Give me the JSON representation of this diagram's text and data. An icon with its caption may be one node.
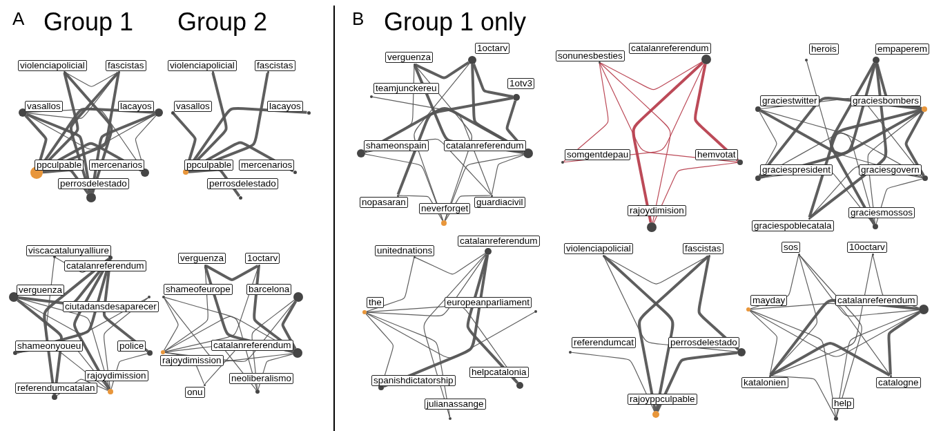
{
  "diagram": {
    "nodes": [
      {
        "text": [],
        "shape": "circle",
        "beside": [
          "violenciapolicial"
        ]
      },
      {
        "text": [],
        "shape": "circle",
        "beside": [
          "fascistas"
        ]
      },
      {
        "text": [],
        "shape": "circle",
        "beside": [
          "vasallos"
        ]
      },
      {
        "text": [],
        "shape": "circle",
        "beside": [
          "lacayos"
        ]
      },
      {
        "text": [],
        "shape": "circle",
        "beside": [
          "ppculpable"
        ]
      },
      {
        "text": [],
        "shape": "circle",
        "beside": [
          "mercenarios"
        ]
      },
      {
        "text": [],
        "shape": "circle",
        "beside": [
          "perrosdelestado"
        ]
      },
      {
        "text": [],
        "shape": "circle",
        "beside": [
          "violenciapolicial"
        ]
      },
      {
        "text": [],
        "shape": "circle",
        "beside": [
          "fascistas"
        ]
      },
      {
        "text": [],
        "shape": "circle",
        "beside": [
          "vasallos"
        ]
      },
      {
        "text": [],
        "shape": "circle",
        "beside": [
          "lacayos"
        ]
      },
      {
        "text": [],
        "shape": "circle",
        "beside": [
          "ppculpable"
        ]
      },
      {
        "text": [],
        "shape": "circle",
        "beside": [
          "mercenarios"
        ]
      },
      {
        "text": [],
        "shape": "circle",
        "beside": [
          "perrosdelestado"
        ]
      },
      {
        "text": [],
        "shape": "circle",
        "beside": [
          "viscacatalunyalliure"
        ]
      },
      {
        "text": [],
        "shape": "circle",
        "beside": [
          "catalanreferendum"
        ]
      },
      {
        "text": [],
        "shape": "circle",
        "beside": [
          "verguenza"
        ]
      },
      {
        "text": [],
        "shape": "circle",
        "beside": [
          "ciutadansdesaparecer"
        ]
      },
      {
        "text": [],
        "shape": "circle",
        "beside": [
          "shameonyoueu"
        ]
      },
      {
        "text": [],
        "shape": "circle",
        "beside": [
          "police"
        ]
      },
      {
        "text": [],
        "shape": "circle",
        "beside": [
          "rajoydimission"
        ]
      },
      {
        "text": [],
        "shape": "circle",
        "beside": [
          "referendumcatalan"
        ]
      },
      {
        "text": [],
        "shape": "circle",
        "beside": [
          "verguenza"
        ]
      },
      {
        "text": [],
        "shape": "circle",
        "beside": [
          "1octarv"
        ]
      },
      {
        "text": [],
        "shape": "circle",
        "beside": [
          "shameofeurope"
        ]
      },
      {
        "text": [],
        "shape": "circle",
        "beside": [
          "barcelona"
        ]
      },
      {
        "text": [],
        "shape": "circle",
        "beside": [
          "catalanreferendum"
        ]
      },
      {
        "text": [],
        "shape": "circle",
        "beside": [
          "rajoydimission"
        ]
      },
      {
        "text": [],
        "shape": "circle",
        "beside": [
          "neoliberalismo"
        ]
      },
      {
        "text": [],
        "shape": "circle",
        "beside": [
          "onu"
        ]
      },
      {
        "text": [],
        "shape": "circle",
        "beside": [
          "verguenza"
        ]
      },
      {
        "text": [],
        "shape": "circle",
        "beside": [
          "1octarv"
        ]
      },
      {
        "text": [],
        "shape": "circle",
        "beside": [
          "1otv3"
        ]
      },
      {
        "text": [],
        "shape": "circle",
        "beside": [
          "teamjunckereu"
        ]
      },
      {
        "text": [],
        "shape": "circle",
        "beside": [
          "shameonspain"
        ]
      },
      {
        "text": [],
        "shape": "circle",
        "beside": [
          "catalanreferendum"
        ]
      },
      {
        "text": [],
        "shape": "circle",
        "beside": [
          "nopasaran"
        ]
      },
      {
        "text": [],
        "shape": "circle",
        "beside": [
          "neverforget"
        ]
      },
      {
        "text": [],
        "shape": "circle",
        "beside": [
          "guardiacivil"
        ]
      },
      {
        "text": [],
        "shape": "circle",
        "beside": [
          "sonunesbesties"
        ]
      },
      {
        "text": [],
        "shape": "circle",
        "beside": [
          "catalanreferendum"
        ]
      },
      {
        "text": [],
        "shape": "circle",
        "beside": [
          "somgentdepau"
        ]
      },
      {
        "text": [],
        "shape": "circle",
        "beside": [
          "hemvotat"
        ]
      },
      {
        "text": [],
        "shape": "circle",
        "beside": [
          "rajoydimision"
        ]
      },
      {
        "text": [],
        "shape": "circle",
        "beside": [
          "herois"
        ]
      },
      {
        "text": [],
        "shape": "circle",
        "beside": [
          "empaperem"
        ]
      },
      {
        "text": [],
        "shape": "circle",
        "beside": [
          "graciestwitter"
        ]
      },
      {
        "text": [],
        "shape": "circle",
        "beside": [
          "graciesbombers"
        ]
      },
      {
        "text": [],
        "shape": "circle",
        "beside": [
          "graciespresident"
        ]
      },
      {
        "text": [],
        "shape": "circle",
        "beside": [
          "graciesgovern"
        ]
      },
      {
        "text": [],
        "shape": "circle",
        "beside": [
          "graciesmossos"
        ]
      },
      {
        "text": [],
        "shape": "circle",
        "beside": [
          "graciespoblecatala"
        ]
      },
      {
        "text": [],
        "shape": "circle",
        "beside": [
          "unitednations"
        ]
      },
      {
        "text": [],
        "shape": "circle",
        "beside": [
          "catalanreferendum"
        ]
      },
      {
        "text": [],
        "shape": "circle",
        "beside": [
          "the"
        ]
      },
      {
        "text": [],
        "shape": "circle",
        "beside": [
          "europeanparliament"
        ]
      },
      {
        "text": [],
        "shape": "circle",
        "beside": [
          "spanishdictatorship"
        ]
      },
      {
        "text": [],
        "shape": "circle",
        "beside": [
          "helpcatalonia"
        ]
      },
      {
        "text": [],
        "shape": "circle",
        "beside": [
          "julianassange"
        ]
      },
      {
        "text": [],
        "shape": "circle",
        "beside": [
          "violenciapolicial"
        ]
      },
      {
        "text": [],
        "shape": "circle",
        "beside": [
          "fascistas"
        ]
      },
      {
        "text": [],
        "shape": "circle",
        "beside": [
          "referendumcat"
        ]
      },
      {
        "text": [],
        "shape": "circle",
        "beside": [
          "perrosdelestado"
        ]
      },
      {
        "text": [],
        "shape": "circle",
        "beside": [
          "rajoyppculpable"
        ]
      },
      {
        "text": [],
        "shape": "circle",
        "beside": [
          "sos"
        ]
      },
      {
        "text": [],
        "shape": "circle",
        "beside": [
          "10octarv"
        ]
      },
      {
        "text": [],
        "shape": "circle",
        "beside": [
          "mayday"
        ]
      },
      {
        "text": [],
        "shape": "circle",
        "beside": [
          "catalanreferendum"
        ]
      },
      {
        "text": [],
        "shape": "circle",
        "beside": [
          "katalonien"
        ]
      },
      {
        "text": [],
        "shape": "circle",
        "beside": [
          "catalogne"
        ]
      },
      {
        "text": [],
        "shape": "circle",
        "beside": [
          "help"
        ]
      }
    ],
    "edges": [
      {
        "from": 4,
        "to": 0,
        "arrow": "none",
        "style": "thick"
      },
      {
        "from": 4,
        "to": 1,
        "arrow": "none",
        "style": "thick"
      },
      {
        "from": 4,
        "to": 2,
        "arrow": "none",
        "style": "thick"
      },
      {
        "from": 4,
        "to": 3,
        "arrow": "none",
        "style": "thick"
      },
      {
        "from": 4,
        "to": 5,
        "arrow": "none",
        "style": "thick"
      },
      {
        "from": 4,
        "to": 6,
        "arrow": "none",
        "style": "thick"
      },
      {
        "from": 0,
        "to": 1,
        "arrow": "none"
      },
      {
        "from": 0,
        "to": 6,
        "arrow": "none",
        "style": "thick"
      },
      {
        "from": 1,
        "to": 6,
        "arrow": "none",
        "style": "thick"
      },
      {
        "from": 2,
        "to": 3,
        "arrow": "none"
      },
      {
        "from": 2,
        "to": 5,
        "arrow": "none"
      },
      {
        "from": 2,
        "to": 6,
        "arrow": "none",
        "style": "thick"
      },
      {
        "from": 3,
        "to": 6,
        "arrow": "none",
        "style": "thick"
      },
      {
        "from": 1,
        "to": 2,
        "arrow": "none"
      },
      {
        "from": 3,
        "to": 5,
        "arrow": "none"
      },
      {
        "from": 11,
        "to": 7,
        "arrow": "none",
        "style": "thick"
      },
      {
        "from": 11,
        "to": 8,
        "arrow": "none",
        "style": "thick"
      },
      {
        "from": 11,
        "to": 9,
        "arrow": "none",
        "style": "thick"
      },
      {
        "from": 11,
        "to": 10,
        "arrow": "none",
        "style": "thick"
      },
      {
        "from": 11,
        "to": 12,
        "arrow": "none",
        "style": "thick"
      },
      {
        "from": 11,
        "to": 13,
        "arrow": "none",
        "style": "thick"
      },
      {
        "from": 15,
        "to": 16,
        "arrow": "none",
        "style": "thick"
      },
      {
        "from": 15,
        "to": 21,
        "arrow": "none",
        "style": "thick"
      },
      {
        "from": 15,
        "to": 20,
        "arrow": "none",
        "style": "thick"
      },
      {
        "from": 15,
        "to": 18,
        "arrow": "none",
        "style": "thick"
      },
      {
        "from": 15,
        "to": 19,
        "arrow": "none",
        "style": "thick"
      },
      {
        "from": 16,
        "to": 21,
        "arrow": "none",
        "style": "thick"
      },
      {
        "from": 16,
        "to": 20,
        "arrow": "none"
      },
      {
        "from": 16,
        "to": 17,
        "arrow": "none"
      },
      {
        "from": 14,
        "to": 20,
        "arrow": "none"
      },
      {
        "from": 14,
        "to": 15,
        "arrow": "none"
      },
      {
        "from": 20,
        "to": 17,
        "arrow": "none"
      },
      {
        "from": 20,
        "to": 19,
        "arrow": "none"
      },
      {
        "from": 20,
        "to": 21,
        "arrow": "none"
      },
      {
        "from": 18,
        "to": 20,
        "arrow": "none"
      },
      {
        "from": 25,
        "to": 26,
        "arrow": "none",
        "style": "thick"
      },
      {
        "from": 22,
        "to": 26,
        "arrow": "none",
        "style": "thick"
      },
      {
        "from": 23,
        "to": 26,
        "arrow": "none",
        "style": "thick"
      },
      {
        "from": 22,
        "to": 23,
        "arrow": "none",
        "style": "thick"
      },
      {
        "from": 27,
        "to": 25,
        "arrow": "none"
      },
      {
        "from": 27,
        "to": 26,
        "arrow": "none"
      },
      {
        "from": 27,
        "to": 24,
        "arrow": "none"
      },
      {
        "from": 27,
        "to": 22,
        "arrow": "none"
      },
      {
        "from": 27,
        "to": 23,
        "arrow": "none"
      },
      {
        "from": 27,
        "to": 28,
        "arrow": "none"
      },
      {
        "from": 27,
        "to": 29,
        "arrow": "none"
      },
      {
        "from": 24,
        "to": 26,
        "arrow": "none"
      },
      {
        "from": 24,
        "to": 28,
        "arrow": "none"
      },
      {
        "from": 29,
        "to": 26,
        "arrow": "none"
      },
      {
        "from": 28,
        "to": 25,
        "arrow": "none"
      },
      {
        "from": 28,
        "to": 26,
        "arrow": "none"
      },
      {
        "from": 30,
        "to": 35,
        "arrow": "none",
        "style": "thick"
      },
      {
        "from": 31,
        "to": 35,
        "arrow": "none",
        "style": "thick"
      },
      {
        "from": 31,
        "to": 32,
        "arrow": "none",
        "style": "thick"
      },
      {
        "from": 32,
        "to": 35,
        "arrow": "none",
        "style": "thick"
      },
      {
        "from": 30,
        "to": 31,
        "arrow": "none",
        "style": "thick"
      },
      {
        "from": 34,
        "to": 35,
        "arrow": "none",
        "style": "thick"
      },
      {
        "from": 36,
        "to": 32,
        "arrow": "none",
        "style": "thick"
      },
      {
        "from": 33,
        "to": 38,
        "arrow": "none"
      },
      {
        "from": 37,
        "to": 31,
        "arrow": "none"
      },
      {
        "from": 37,
        "to": 30,
        "arrow": "none"
      },
      {
        "from": 37,
        "to": 34,
        "arrow": "none"
      },
      {
        "from": 37,
        "to": 35,
        "arrow": "none"
      },
      {
        "from": 37,
        "to": 36,
        "arrow": "none"
      },
      {
        "from": 37,
        "to": 38,
        "arrow": "none"
      },
      {
        "from": 34,
        "to": 38,
        "arrow": "none"
      },
      {
        "from": 34,
        "to": 30,
        "arrow": "none"
      },
      {
        "from": 35,
        "to": 38,
        "arrow": "none"
      },
      {
        "from": 40,
        "to": 43,
        "arrow": "none",
        "style": "thick",
        "color": "#b8404f"
      },
      {
        "from": 40,
        "to": 42,
        "arrow": "none",
        "style": "thick",
        "color": "#b8404f"
      },
      {
        "from": 39,
        "to": 40,
        "arrow": "none",
        "color": "#b8404f"
      },
      {
        "from": 39,
        "to": 42,
        "arrow": "none",
        "color": "#b8404f"
      },
      {
        "from": 39,
        "to": 43,
        "arrow": "none",
        "color": "#b8404f"
      },
      {
        "from": 41,
        "to": 40,
        "arrow": "none",
        "color": "#b8404f"
      },
      {
        "from": 41,
        "to": 39,
        "arrow": "none",
        "color": "#b8404f"
      },
      {
        "from": 42,
        "to": 43,
        "arrow": "none",
        "color": "#b8404f"
      },
      {
        "from": 46,
        "to": 47,
        "arrow": "none",
        "style": "thick"
      },
      {
        "from": 45,
        "to": 47,
        "arrow": "none",
        "style": "thick"
      },
      {
        "from": 45,
        "to": 50,
        "arrow": "none",
        "style": "thick"
      },
      {
        "from": 45,
        "to": 51,
        "arrow": "none",
        "style": "thick"
      },
      {
        "from": 45,
        "to": 48,
        "arrow": "none",
        "style": "thick"
      },
      {
        "from": 47,
        "to": 48,
        "arrow": "none",
        "style": "thick"
      },
      {
        "from": 47,
        "to": 49,
        "arrow": "none",
        "style": "thick"
      },
      {
        "from": 47,
        "to": 50,
        "arrow": "none"
      },
      {
        "from": 47,
        "to": 51,
        "arrow": "none",
        "style": "thick"
      },
      {
        "from": 46,
        "to": 49,
        "arrow": "none"
      },
      {
        "from": 46,
        "to": 48,
        "arrow": "none"
      },
      {
        "from": 44,
        "to": 49,
        "arrow": "none"
      },
      {
        "from": 48,
        "to": 49,
        "arrow": "none"
      },
      {
        "from": 49,
        "to": 51,
        "arrow": "none"
      },
      {
        "from": 49,
        "to": 50,
        "arrow": "none"
      },
      {
        "from": 46,
        "to": 50,
        "arrow": "none"
      },
      {
        "from": 48,
        "to": 50,
        "arrow": "none"
      },
      {
        "from": 53,
        "to": 57,
        "arrow": "none",
        "style": "thick"
      },
      {
        "from": 53,
        "to": 56,
        "arrow": "none",
        "style": "thick"
      },
      {
        "from": 53,
        "to": 52,
        "arrow": "none"
      },
      {
        "from": 53,
        "to": 58,
        "arrow": "none"
      },
      {
        "from": 52,
        "to": 54,
        "arrow": "none"
      },
      {
        "from": 54,
        "to": 55,
        "arrow": "none"
      },
      {
        "from": 54,
        "to": 56,
        "arrow": "none"
      },
      {
        "from": 54,
        "to": 58,
        "arrow": "none"
      },
      {
        "from": 54,
        "to": 57,
        "arrow": "none"
      },
      {
        "from": 54,
        "to": 53,
        "arrow": "none"
      },
      {
        "from": 59,
        "to": 63,
        "arrow": "none",
        "style": "thick"
      },
      {
        "from": 60,
        "to": 63,
        "arrow": "none",
        "style": "thick"
      },
      {
        "from": 60,
        "to": 62,
        "arrow": "none",
        "style": "thick"
      },
      {
        "from": 62,
        "to": 63,
        "arrow": "none",
        "style": "thick"
      },
      {
        "from": 59,
        "to": 60,
        "arrow": "none"
      },
      {
        "from": 59,
        "to": 62,
        "arrow": "none"
      },
      {
        "from": 61,
        "to": 63,
        "arrow": "none"
      },
      {
        "from": 67,
        "to": 68,
        "arrow": "none",
        "style": "thick"
      },
      {
        "from": 67,
        "to": 69,
        "arrow": "none",
        "style": "thick"
      },
      {
        "from": 68,
        "to": 69,
        "arrow": "none",
        "style": "thick"
      },
      {
        "from": 66,
        "to": 64,
        "arrow": "none"
      },
      {
        "from": 66,
        "to": 67,
        "arrow": "none"
      },
      {
        "from": 66,
        "to": 69,
        "arrow": "none"
      },
      {
        "from": 66,
        "to": 70,
        "arrow": "none"
      },
      {
        "from": 66,
        "to": 68,
        "arrow": "none"
      },
      {
        "from": 64,
        "to": 68,
        "arrow": "none"
      },
      {
        "from": 64,
        "to": 67,
        "arrow": "none"
      },
      {
        "from": 64,
        "to": 70,
        "arrow": "none"
      },
      {
        "from": 65,
        "to": 68,
        "arrow": "none"
      },
      {
        "from": 65,
        "to": 67,
        "arrow": "none"
      },
      {
        "from": 68,
        "to": 70,
        "arrow": "none"
      },
      {
        "from": 70,
        "to": 67,
        "arrow": "none"
      }
    ],
    "labels": [
      "A",
      "Group 1",
      "Group 2",
      "B",
      "Group 1 only"
    ]
  }
}
